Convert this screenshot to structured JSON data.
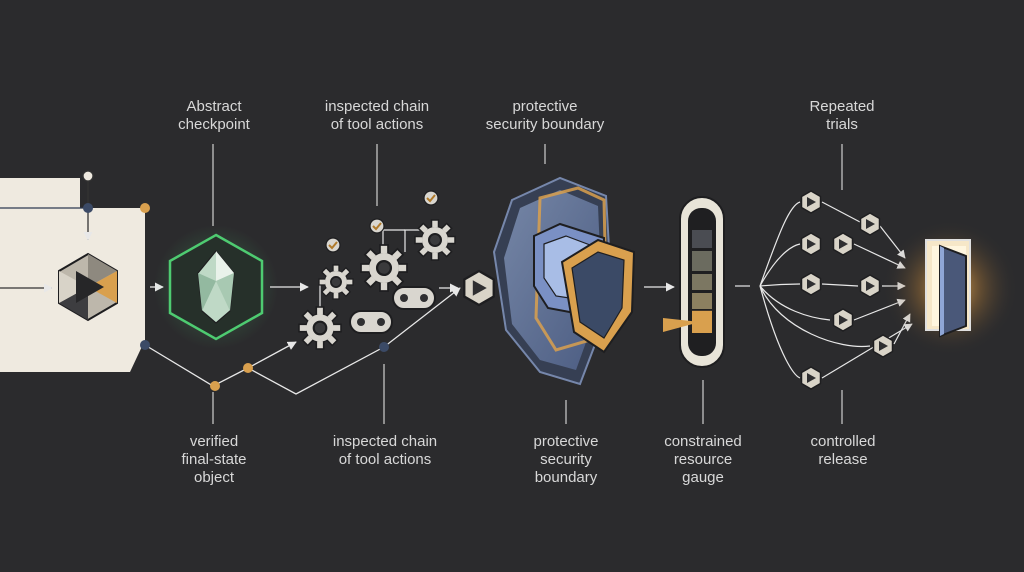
{
  "labels": {
    "top_checkpoint": "Abstract\ncheckpoint",
    "top_chain": "inspected chain\nof tool actions",
    "top_boundary": "protective\nsecurity boundary",
    "top_trials": "Repeated\ntrials",
    "bottom_verified": "verified\nfinal-state\nobject",
    "bottom_chain": "inspected chain\nof tool actions",
    "bottom_boundary": "protective\nsecurity\nboundary",
    "bottom_gauge": "constrained\nresource\ngauge",
    "bottom_release": "controlled\nrelease"
  },
  "colors": {
    "background": "#2b2b2d",
    "panel": "#efeae0",
    "line": "#e8e8e8",
    "accent_green": "#4ecb71",
    "accent_orange": "#d9a04e",
    "accent_navy": "#3b4a66",
    "shield_blue": "#8fa6d6",
    "door_glow": "#f3b95f"
  },
  "gauge": {
    "fill_fraction": 0.15
  },
  "icons": [
    "hexagon-play-icon",
    "crystal-gem-icon",
    "gear-icon",
    "chain-link-icon",
    "checkmark-icon",
    "shield-icon",
    "gauge-icon",
    "door-icon"
  ]
}
